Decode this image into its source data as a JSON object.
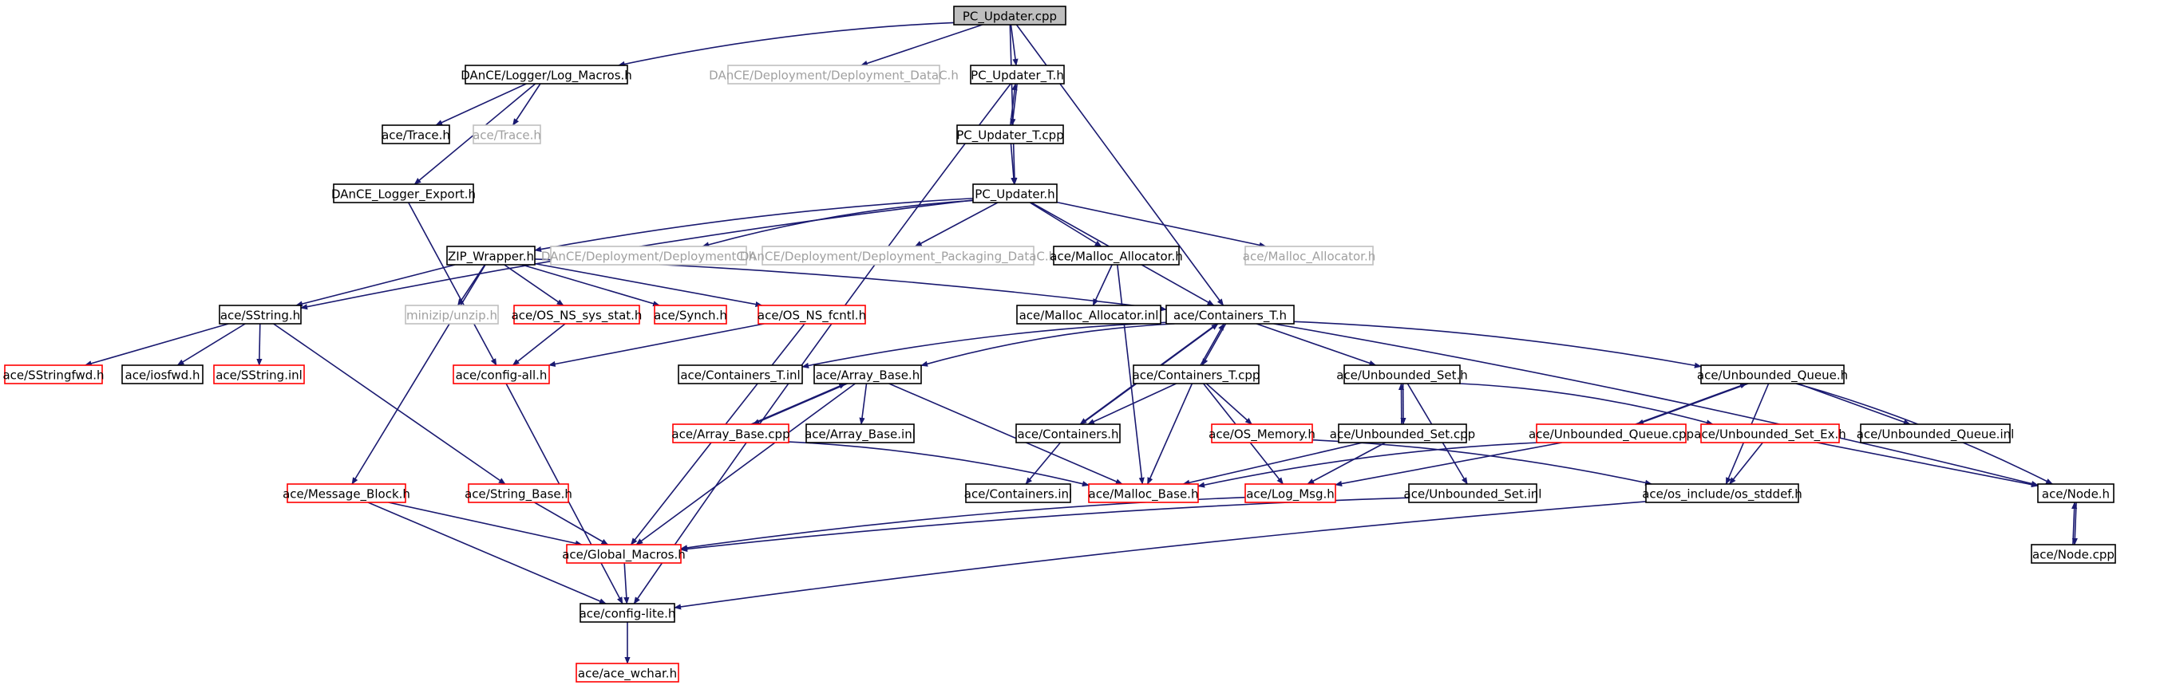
{
  "colors": {
    "edge": "#191970",
    "border_normal": "#000000",
    "border_incomplete": "#ff0000",
    "border_external": "#bfbfbf",
    "fill_root": "#bfbfbf",
    "fill_normal": "#ffffff",
    "text_external": "#a0a0a0"
  },
  "nodes": [
    {
      "id": "n_pcupd_cpp",
      "label": "PC_Updater.cpp",
      "kind": "root"
    },
    {
      "id": "n_logmacros",
      "label": "DAnCE/Logger/Log_Macros.h",
      "kind": "normal"
    },
    {
      "id": "n_depldatac",
      "label": "DAnCE/Deployment/Deployment_DataC.h",
      "kind": "external"
    },
    {
      "id": "n_pcupd_t_h",
      "label": "PC_Updater_T.h",
      "kind": "normal"
    },
    {
      "id": "n_trace",
      "label": "ace/Trace.h",
      "kind": "normal"
    },
    {
      "id": "n_trace_ext",
      "label": "ace/Trace.h",
      "kind": "external"
    },
    {
      "id": "n_pcupd_t_cpp",
      "label": "PC_Updater_T.cpp",
      "kind": "normal"
    },
    {
      "id": "n_logexport",
      "label": "DAnCE_Logger_Export.h",
      "kind": "normal"
    },
    {
      "id": "n_pcupd_h",
      "label": "PC_Updater.h",
      "kind": "normal"
    },
    {
      "id": "n_zip",
      "label": "ZIP_Wrapper.h",
      "kind": "normal"
    },
    {
      "id": "n_deplc",
      "label": "DAnCE/Deployment/DeploymentC.h",
      "kind": "external"
    },
    {
      "id": "n_deplpkg",
      "label": "DAnCE/Deployment/Deployment_Packaging_DataC.h",
      "kind": "external"
    },
    {
      "id": "n_malloc_alloc",
      "label": "ace/Malloc_Allocator.h",
      "kind": "normal"
    },
    {
      "id": "n_malloc_alloc_ext",
      "label": "ace/Malloc_Allocator.h",
      "kind": "external"
    },
    {
      "id": "n_sstring",
      "label": "ace/SString.h",
      "kind": "normal"
    },
    {
      "id": "n_unzip",
      "label": "minizip/unzip.h",
      "kind": "external"
    },
    {
      "id": "n_nsstat",
      "label": "ace/OS_NS_sys_stat.h",
      "kind": "incomplete"
    },
    {
      "id": "n_synch",
      "label": "ace/Synch.h",
      "kind": "incomplete"
    },
    {
      "id": "n_nsfcntl",
      "label": "ace/OS_NS_fcntl.h",
      "kind": "incomplete"
    },
    {
      "id": "n_malloc_inl",
      "label": "ace/Malloc_Allocator.inl",
      "kind": "normal"
    },
    {
      "id": "n_cont_t_h",
      "label": "ace/Containers_T.h",
      "kind": "normal"
    },
    {
      "id": "n_sstringfwd",
      "label": "ace/SStringfwd.h",
      "kind": "incomplete"
    },
    {
      "id": "n_iosfwd",
      "label": "ace/iosfwd.h",
      "kind": "normal"
    },
    {
      "id": "n_sstring_inl",
      "label": "ace/SString.inl",
      "kind": "incomplete"
    },
    {
      "id": "n_configall",
      "label": "ace/config-all.h",
      "kind": "incomplete"
    },
    {
      "id": "n_cont_t_inl",
      "label": "ace/Containers_T.inl",
      "kind": "normal"
    },
    {
      "id": "n_arraybase_h",
      "label": "ace/Array_Base.h",
      "kind": "normal"
    },
    {
      "id": "n_cont_t_cpp",
      "label": "ace/Containers_T.cpp",
      "kind": "normal"
    },
    {
      "id": "n_unb_set_h",
      "label": "ace/Unbounded_Set.h",
      "kind": "normal"
    },
    {
      "id": "n_unb_q_h",
      "label": "ace/Unbounded_Queue.h",
      "kind": "normal"
    },
    {
      "id": "n_arraybase_cpp",
      "label": "ace/Array_Base.cpp",
      "kind": "incomplete"
    },
    {
      "id": "n_arraybase_inl",
      "label": "ace/Array_Base.inl",
      "kind": "normal"
    },
    {
      "id": "n_containers_h",
      "label": "ace/Containers.h",
      "kind": "normal"
    },
    {
      "id": "n_osmemory",
      "label": "ace/OS_Memory.h",
      "kind": "incomplete"
    },
    {
      "id": "n_unb_set_cpp",
      "label": "ace/Unbounded_Set.cpp",
      "kind": "normal"
    },
    {
      "id": "n_unb_q_cpp",
      "label": "ace/Unbounded_Queue.cpp",
      "kind": "incomplete"
    },
    {
      "id": "n_unb_setex",
      "label": "ace/Unbounded_Set_Ex.h",
      "kind": "incomplete"
    },
    {
      "id": "n_unb_q_inl",
      "label": "ace/Unbounded_Queue.inl",
      "kind": "normal"
    },
    {
      "id": "n_msgblock",
      "label": "ace/Message_Block.h",
      "kind": "incomplete"
    },
    {
      "id": "n_strbase",
      "label": "ace/String_Base.h",
      "kind": "incomplete"
    },
    {
      "id": "n_cont_inl",
      "label": "ace/Containers.inl",
      "kind": "normal"
    },
    {
      "id": "n_mallocbase",
      "label": "ace/Malloc_Base.h",
      "kind": "incomplete"
    },
    {
      "id": "n_logmsg",
      "label": "ace/Log_Msg.h",
      "kind": "incomplete"
    },
    {
      "id": "n_unb_set_inl",
      "label": "ace/Unbounded_Set.inl",
      "kind": "normal"
    },
    {
      "id": "n_osstddef",
      "label": "ace/os_include/os_stddef.h",
      "kind": "normal"
    },
    {
      "id": "n_node_h",
      "label": "ace/Node.h",
      "kind": "normal"
    },
    {
      "id": "n_globalmacros",
      "label": "ace/Global_Macros.h",
      "kind": "incomplete"
    },
    {
      "id": "n_node_cpp",
      "label": "ace/Node.cpp",
      "kind": "normal"
    },
    {
      "id": "n_configlite",
      "label": "ace/config-lite.h",
      "kind": "normal"
    },
    {
      "id": "n_wchar",
      "label": "ace/ace_wchar.h",
      "kind": "incomplete"
    }
  ],
  "edges": [
    [
      "n_pcupd_cpp",
      "n_logmacros"
    ],
    [
      "n_pcupd_cpp",
      "n_depldatac"
    ],
    [
      "n_pcupd_cpp",
      "n_pcupd_t_h"
    ],
    [
      "n_pcupd_cpp",
      "n_pcupd_h"
    ],
    [
      "n_pcupd_cpp",
      "n_cont_t_h"
    ],
    [
      "n_logmacros",
      "n_trace"
    ],
    [
      "n_logmacros",
      "n_trace_ext"
    ],
    [
      "n_logmacros",
      "n_logexport"
    ],
    [
      "n_pcupd_t_h",
      "n_pcupd_t_cpp"
    ],
    [
      "n_pcupd_t_cpp",
      "n_pcupd_t_h"
    ],
    [
      "n_pcupd_t_cpp",
      "n_pcupd_h"
    ],
    [
      "n_pcupd_t_h",
      "n_configlite"
    ],
    [
      "n_logexport",
      "n_configall"
    ],
    [
      "n_pcupd_h",
      "n_zip"
    ],
    [
      "n_pcupd_h",
      "n_deplc"
    ],
    [
      "n_pcupd_h",
      "n_deplpkg"
    ],
    [
      "n_pcupd_h",
      "n_malloc_alloc"
    ],
    [
      "n_pcupd_h",
      "n_malloc_alloc_ext"
    ],
    [
      "n_pcupd_h",
      "n_sstring"
    ],
    [
      "n_pcupd_h",
      "n_cont_t_h"
    ],
    [
      "n_zip",
      "n_sstring"
    ],
    [
      "n_zip",
      "n_unzip"
    ],
    [
      "n_zip",
      "n_nsstat"
    ],
    [
      "n_zip",
      "n_synch"
    ],
    [
      "n_zip",
      "n_nsfcntl"
    ],
    [
      "n_zip",
      "n_cont_t_h"
    ],
    [
      "n_zip",
      "n_msgblock"
    ],
    [
      "n_malloc_alloc",
      "n_malloc_inl"
    ],
    [
      "n_malloc_alloc",
      "n_mallocbase"
    ],
    [
      "n_sstring",
      "n_sstringfwd"
    ],
    [
      "n_sstring",
      "n_iosfwd"
    ],
    [
      "n_sstring",
      "n_sstring_inl"
    ],
    [
      "n_sstring",
      "n_strbase"
    ],
    [
      "n_nsstat",
      "n_configall"
    ],
    [
      "n_nsfcntl",
      "n_configall"
    ],
    [
      "n_nsfcntl",
      "n_globalmacros"
    ],
    [
      "n_cont_t_h",
      "n_cont_t_inl"
    ],
    [
      "n_cont_t_h",
      "n_arraybase_h"
    ],
    [
      "n_cont_t_h",
      "n_cont_t_cpp"
    ],
    [
      "n_cont_t_h",
      "n_containers_h"
    ],
    [
      "n_cont_t_h",
      "n_unb_set_h"
    ],
    [
      "n_cont_t_h",
      "n_unb_q_h"
    ],
    [
      "n_cont_t_h",
      "n_node_h"
    ],
    [
      "n_arraybase_h",
      "n_arraybase_cpp"
    ],
    [
      "n_arraybase_cpp",
      "n_arraybase_h"
    ],
    [
      "n_arraybase_h",
      "n_arraybase_inl"
    ],
    [
      "n_arraybase_h",
      "n_mallocbase"
    ],
    [
      "n_arraybase_h",
      "n_globalmacros"
    ],
    [
      "n_arraybase_cpp",
      "n_mallocbase"
    ],
    [
      "n_cont_t_cpp",
      "n_containers_h"
    ],
    [
      "n_cont_t_cpp",
      "n_cont_t_h"
    ],
    [
      "n_cont_t_cpp",
      "n_osmemory"
    ],
    [
      "n_cont_t_cpp",
      "n_mallocbase"
    ],
    [
      "n_cont_t_cpp",
      "n_logmsg"
    ],
    [
      "n_containers_h",
      "n_cont_inl"
    ],
    [
      "n_containers_h",
      "n_cont_t_h"
    ],
    [
      "n_unb_set_h",
      "n_unb_set_cpp"
    ],
    [
      "n_unb_set_cpp",
      "n_unb_set_h"
    ],
    [
      "n_unb_set_h",
      "n_unb_set_inl"
    ],
    [
      "n_unb_set_h",
      "n_unb_setex"
    ],
    [
      "n_unb_set_cpp",
      "n_mallocbase"
    ],
    [
      "n_unb_set_cpp",
      "n_logmsg"
    ],
    [
      "n_unb_q_h",
      "n_unb_q_cpp"
    ],
    [
      "n_unb_q_cpp",
      "n_unb_q_h"
    ],
    [
      "n_unb_q_h",
      "n_unb_q_inl"
    ],
    [
      "n_unb_q_h",
      "n_osstddef"
    ],
    [
      "n_unb_q_h",
      "n_node_h"
    ],
    [
      "n_unb_q_cpp",
      "n_mallocbase"
    ],
    [
      "n_unb_q_cpp",
      "n_logmsg"
    ],
    [
      "n_unb_setex",
      "n_osstddef"
    ],
    [
      "n_unb_setex",
      "n_node_h"
    ],
    [
      "n_osmemory",
      "n_osstddef"
    ],
    [
      "n_node_h",
      "n_node_cpp"
    ],
    [
      "n_node_cpp",
      "n_node_h"
    ],
    [
      "n_osstddef",
      "n_configlite"
    ],
    [
      "n_msgblock",
      "n_globalmacros"
    ],
    [
      "n_msgblock",
      "n_configlite"
    ],
    [
      "n_strbase",
      "n_globalmacros"
    ],
    [
      "n_logmsg",
      "n_globalmacros"
    ],
    [
      "n_unb_set_inl",
      "n_globalmacros"
    ],
    [
      "n_configall",
      "n_configlite"
    ],
    [
      "n_globalmacros",
      "n_configlite"
    ],
    [
      "n_configlite",
      "n_wchar"
    ]
  ]
}
